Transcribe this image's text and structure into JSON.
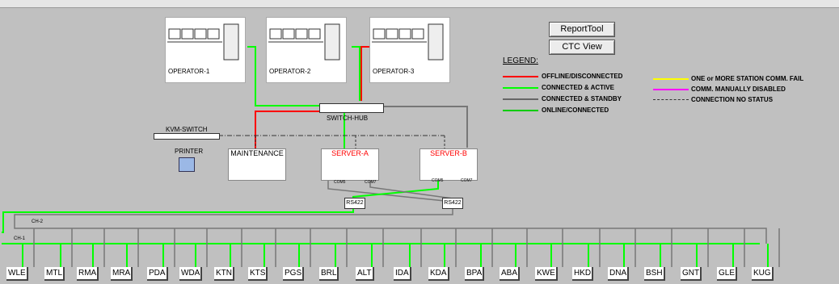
{
  "buttons": {
    "report": "ReportTool",
    "ctc": "CTC View"
  },
  "legend": {
    "title": "LEGEND:",
    "items": [
      {
        "label": "OFFLINE/DISCONNECTED",
        "color": "#ff0000"
      },
      {
        "label": "CONNECTED & ACTIVE",
        "color": "#00ff00"
      },
      {
        "label": "CONNECTED & STANDBY",
        "color": "#666666"
      },
      {
        "label": "ONLINE/CONNECTED",
        "color": "#00cc00"
      },
      {
        "label": "ONE or MORE STATION COMM. FAIL",
        "color": "#ffff00"
      },
      {
        "label": "COMM. MANUALLY DISABLED",
        "color": "#ff00ff"
      },
      {
        "label": "CONNECTION NO STATUS",
        "color": "#333333"
      }
    ]
  },
  "operators": [
    "OPERATOR-1",
    "OPERATOR-2",
    "OPERATOR-3"
  ],
  "devices": {
    "switch": "SWITCH-HUB",
    "kvm": "KVM-SWITCH",
    "printer": "PRINTER",
    "maintenance": "MAINTENANCE",
    "server_a": "SERVER-A",
    "server_b": "SERVER-B"
  },
  "ports": {
    "com5": "COM5",
    "com7": "COM7",
    "rs422": "RS422",
    "ch1": "CH-1",
    "ch2": "CH-2"
  },
  "stations": [
    "WLE",
    "MTL",
    "RMA",
    "MRA",
    "PDA",
    "WDA",
    "KTN",
    "KTS",
    "PGS",
    "BRL",
    "ALT",
    "IDA",
    "KDA",
    "BPA",
    "ABA",
    "KWE",
    "HKD",
    "DNA",
    "BSH",
    "GNT",
    "GLE",
    "KUG"
  ]
}
